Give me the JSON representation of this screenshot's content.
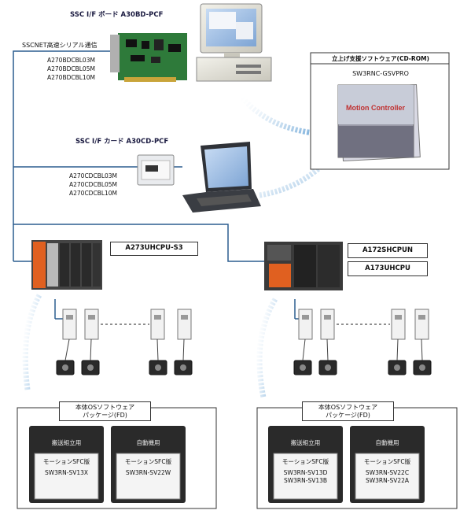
{
  "top_board": {
    "header": "SSC I/F ボード A30BD-PCF",
    "link_label": "SSCNET高速シリアル通信",
    "cables": [
      "A270BDCBL03M",
      "A270BDCBL05M",
      "A270BDCBL10M"
    ]
  },
  "card": {
    "header": "SSC I/F カード A30CD-PCF",
    "cables": [
      "A270CDCBL03M",
      "A270CDCBL05M",
      "A270CDCBL10M"
    ]
  },
  "support_software": {
    "title": "立上げ支援ソフトウェア(CD-ROM)",
    "product": "SW3RNC-GSVPRO"
  },
  "controllers": {
    "left": "A273UHCPU-S3",
    "right_top": "A172SHCPUN",
    "right_bottom": "A173UHCPU"
  },
  "os_left": {
    "title_line1": "本体OSソフトウェア",
    "title_line2": "パッケージ(FD)",
    "disk1": {
      "tab": "搬送組立用",
      "line1": "モーションSFC版",
      "line2": "SW3RN-SV13X",
      "line3": ""
    },
    "disk2": {
      "tab": "自動機用",
      "line1": "モーションSFC版",
      "line2": "SW3RN-SV22W",
      "line3": ""
    }
  },
  "os_right": {
    "title_line1": "本体OSソフトウェア",
    "title_line2": "パッケージ(FD)",
    "disk1": {
      "tab": "搬送組立用",
      "line1": "モーションSFC版",
      "line2": "SW3RN-SV13D",
      "line3": "SW3RN-SV13B"
    },
    "disk2": {
      "tab": "自動機用",
      "line1": "モーションSFC版",
      "line2": "SW3RN-SV22C",
      "line3": "SW3RN-SV22A"
    }
  },
  "cd_cover_text": "Motion Controller",
  "colors": {
    "line": "#2b5d8f",
    "accent": "#e06020",
    "dark": "#2a2a2a"
  }
}
